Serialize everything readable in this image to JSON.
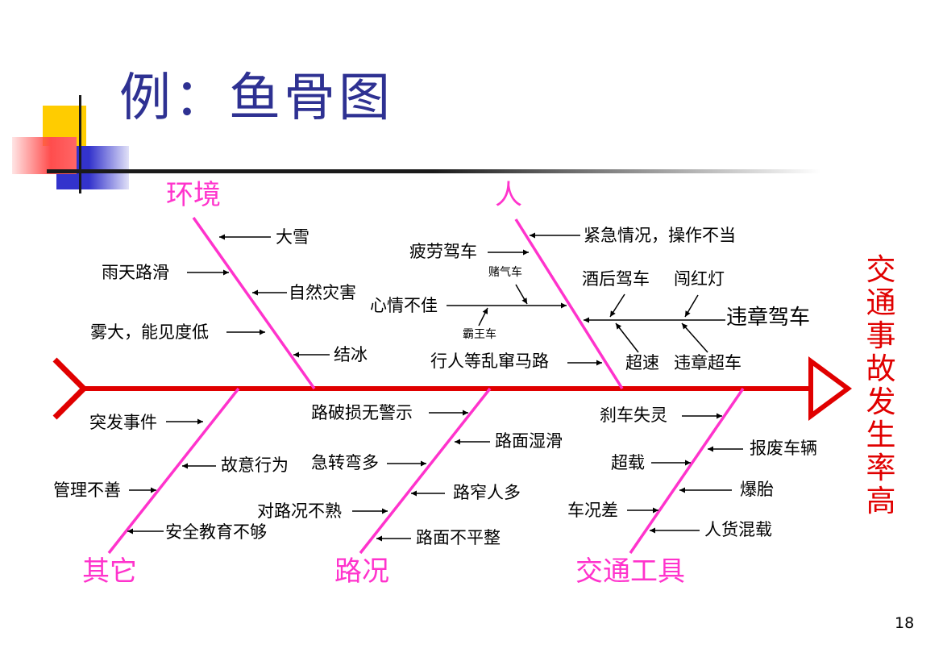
{
  "title": "例：鱼骨图",
  "page_number": "18",
  "effect": "交通事故发生率高",
  "categories": {
    "environment": "环境",
    "people": "人",
    "other": "其它",
    "road": "路况",
    "vehicle": "交通工具"
  },
  "causes": {
    "environment": [
      "大雪",
      "雨天路滑",
      "自然灾害",
      "雾大，能见度低",
      "结冰"
    ],
    "people": {
      "emergency": "紧急情况，操作不当",
      "fatigue": "疲劳驾车",
      "mood": "心情不佳",
      "mood_sub_top": "赌气车",
      "mood_sub_bottom": "霸王车",
      "drunk": "酒后驾车",
      "red_light": "闯红灯",
      "violation": "违章驾车",
      "pedestrian": "行人等乱窜马路",
      "speeding": "超速",
      "illegal_overtake": "违章超车"
    },
    "other": [
      "突发事件",
      "故意行为",
      "管理不善",
      "安全教育不够"
    ],
    "road": [
      "路破损无警示",
      "路面湿滑",
      "急转弯多",
      "路窄人多",
      "对路况不熟",
      "路面不平整"
    ],
    "vehicle": [
      "刹车失灵",
      "报废车辆",
      "超载",
      "爆胎",
      "车况差",
      "人货混载"
    ]
  },
  "colors": {
    "title": "#2e3192",
    "spine": "#e00000",
    "bones": "#ff33cc",
    "effect": "#e00000",
    "arrows": "#000000"
  }
}
